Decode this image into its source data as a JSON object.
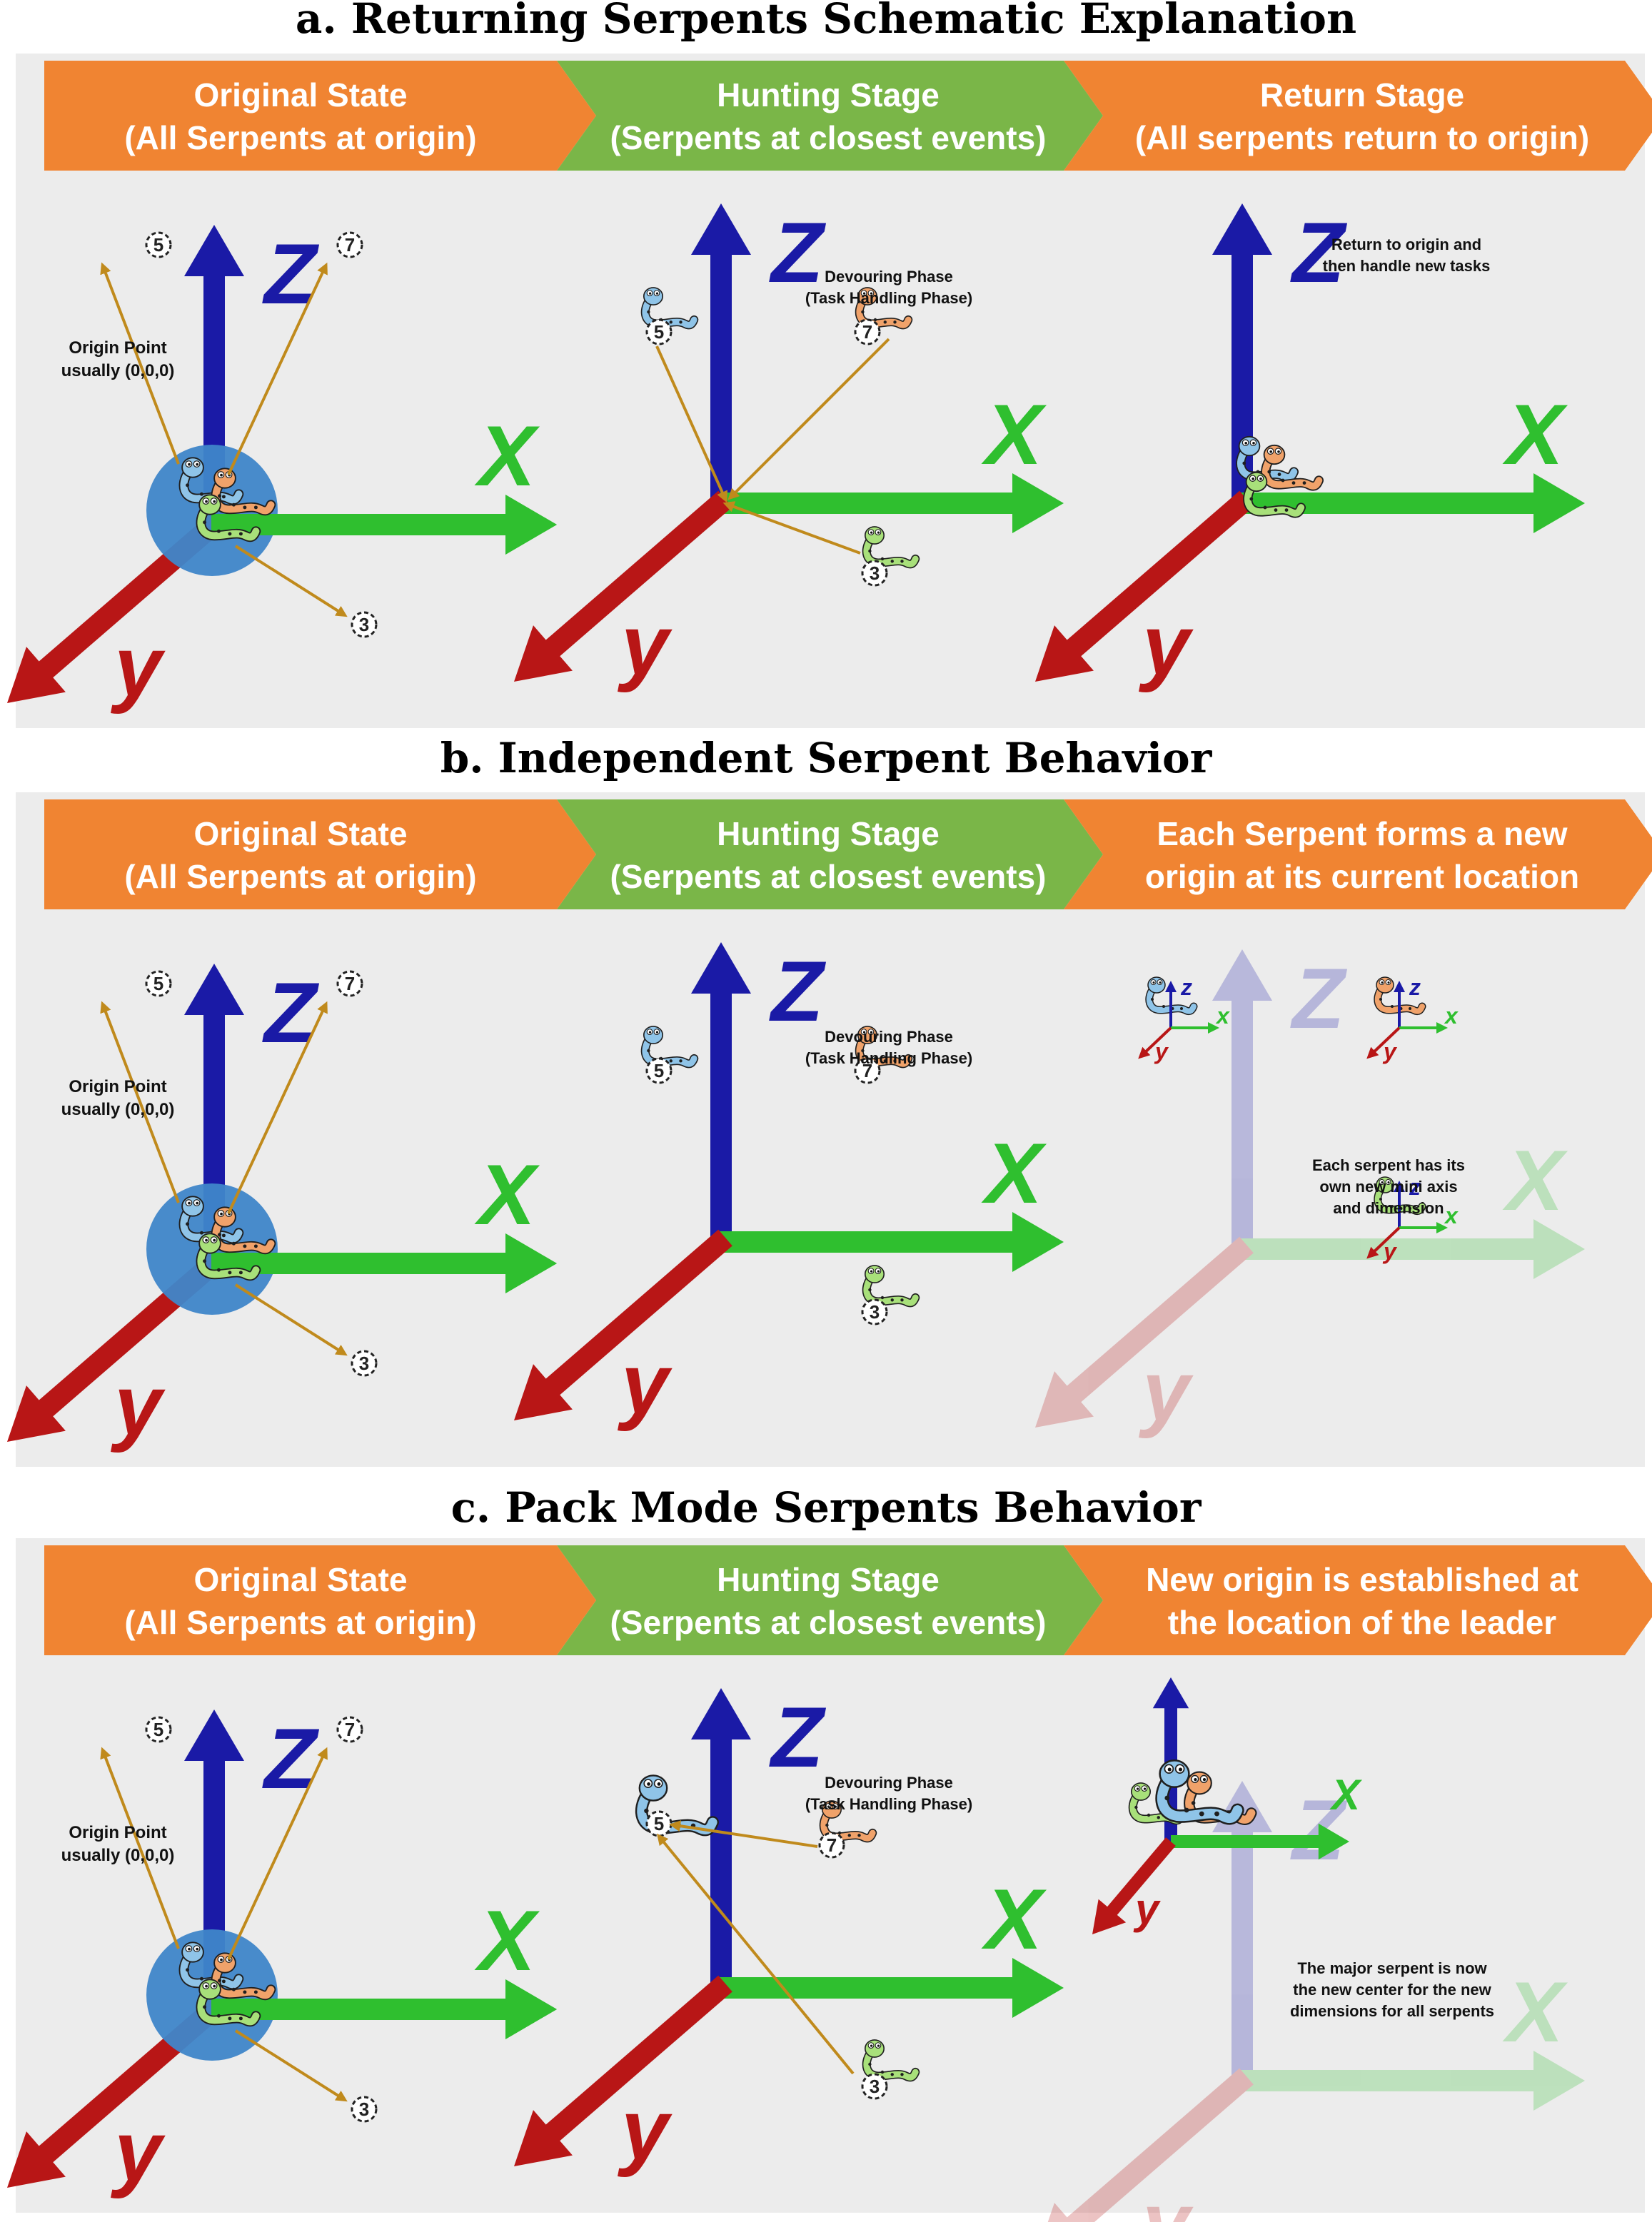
{
  "panels": [
    {
      "title": "a.  Returning Serpents Schematic Explanation",
      "banners": [
        {
          "line1": "Original State",
          "line2": "(All Serpents at origin)",
          "color": "#f08432"
        },
        {
          "line1": "Hunting Stage",
          "line2": "(Serpents at closest events)",
          "color": "#7ab648"
        },
        {
          "line1": "Return Stage",
          "line2": "(All serpents return to origin)",
          "color": "#f08432"
        }
      ],
      "stage1": {
        "origin_label": [
          "Origin Point",
          "usually (0,0,0)"
        ],
        "events": [
          "5",
          "7",
          "3"
        ]
      },
      "stage2": {
        "phase_label": [
          "Devouring Phase",
          "(Task Handling Phase)"
        ],
        "events": [
          "5",
          "7",
          "3"
        ]
      },
      "stage3": {
        "note": [
          "Return to origin and",
          "then handle new tasks"
        ]
      }
    },
    {
      "title": "b.  Independent Serpent Behavior",
      "banners": [
        {
          "line1": "Original State",
          "line2": "(All Serpents at origin)",
          "color": "#f08432"
        },
        {
          "line1": "Hunting Stage",
          "line2": "(Serpents at closest events)",
          "color": "#7ab648"
        },
        {
          "line1": "Each Serpent forms a new",
          "line2": "origin at its current location",
          "color": "#f08432"
        }
      ],
      "stage1": {
        "origin_label": [
          "Origin Point",
          "usually (0,0,0)"
        ],
        "events": [
          "5",
          "7",
          "3"
        ]
      },
      "stage2": {
        "phase_label": [
          "Devouring Phase",
          "(Task Handling Phase)"
        ],
        "events": [
          "5",
          "7",
          "3"
        ]
      },
      "stage3": {
        "note": [
          "Each serpent has its",
          "own new mini axis",
          "and dimension"
        ]
      }
    },
    {
      "title": "c. Pack Mode Serpents Behavior",
      "banners": [
        {
          "line1": "Original State",
          "line2": "(All Serpents at origin)",
          "color": "#f08432"
        },
        {
          "line1": "Hunting Stage",
          "line2": "(Serpents at closest events)",
          "color": "#7ab648"
        },
        {
          "line1": "New origin is established at",
          "line2": "the location of the leader",
          "color": "#f08432"
        }
      ],
      "stage1": {
        "origin_label": [
          "Origin Point",
          "usually (0,0,0)"
        ],
        "events": [
          "5",
          "7",
          "3"
        ]
      },
      "stage2": {
        "phase_label": [
          "Devouring Phase",
          "(Task Handling Phase)"
        ],
        "events": [
          "5",
          "7",
          "3"
        ]
      },
      "stage3": {
        "note": [
          "The major serpent is now",
          "the new center for the new",
          "dimensions for all serpents"
        ]
      }
    }
  ],
  "axis_labels": {
    "z": "Z",
    "x": "X",
    "y": "y",
    "z_small": "z",
    "x_small": "x",
    "y_small": "y"
  },
  "colors": {
    "z_axis": "#1a1aa6",
    "x_axis": "#2fbf2f",
    "y_axis": "#b81616",
    "trail": "#c08a1c",
    "origin_disc": "#3f86c9",
    "serpent_blue": "#8fc4e8",
    "serpent_orange": "#f0a26a",
    "serpent_green": "#a8e07a"
  }
}
